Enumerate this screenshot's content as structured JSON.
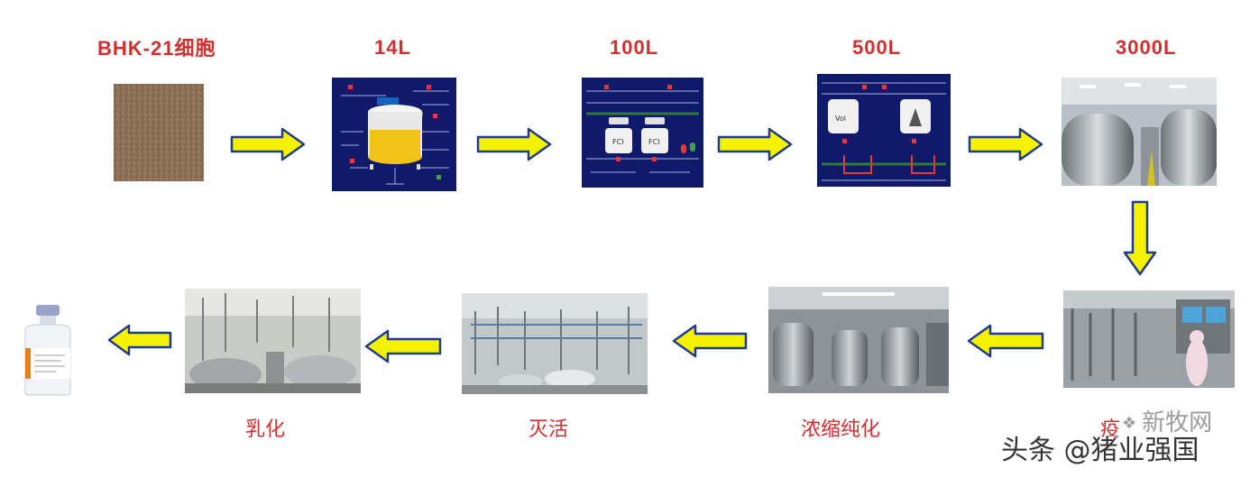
{
  "stages_top": [
    {
      "label": "BHK-21细胞",
      "image": "cell-culture-texture"
    },
    {
      "label": "14L",
      "image": "bioreactor-schematic-single"
    },
    {
      "label": "100L",
      "image": "bioreactor-schematic-pair"
    },
    {
      "label": "500L",
      "image": "bioreactor-schematic-pair-large"
    },
    {
      "label": "3000L",
      "image": "steel-tank-room-photo"
    }
  ],
  "stages_bottom": [
    {
      "label": "",
      "image": "vaccine-vial"
    },
    {
      "label": "乳化",
      "image": "emulsification-room-photo"
    },
    {
      "label": "灭活",
      "image": "inactivation-room-photo"
    },
    {
      "label": "浓缩纯化",
      "image": "concentration-tanks-photo"
    },
    {
      "label": "",
      "image": "operator-control-panel-photo"
    }
  ],
  "colors": {
    "label": "#d32f2f",
    "arrow_fill": "#f5f200",
    "arrow_stroke": "#1f3b8a",
    "schematic_bg": "#0f1a6b"
  },
  "watermark": {
    "site": "新牧网",
    "credit": "头条 @猪业强国",
    "partial_char": "疫"
  }
}
